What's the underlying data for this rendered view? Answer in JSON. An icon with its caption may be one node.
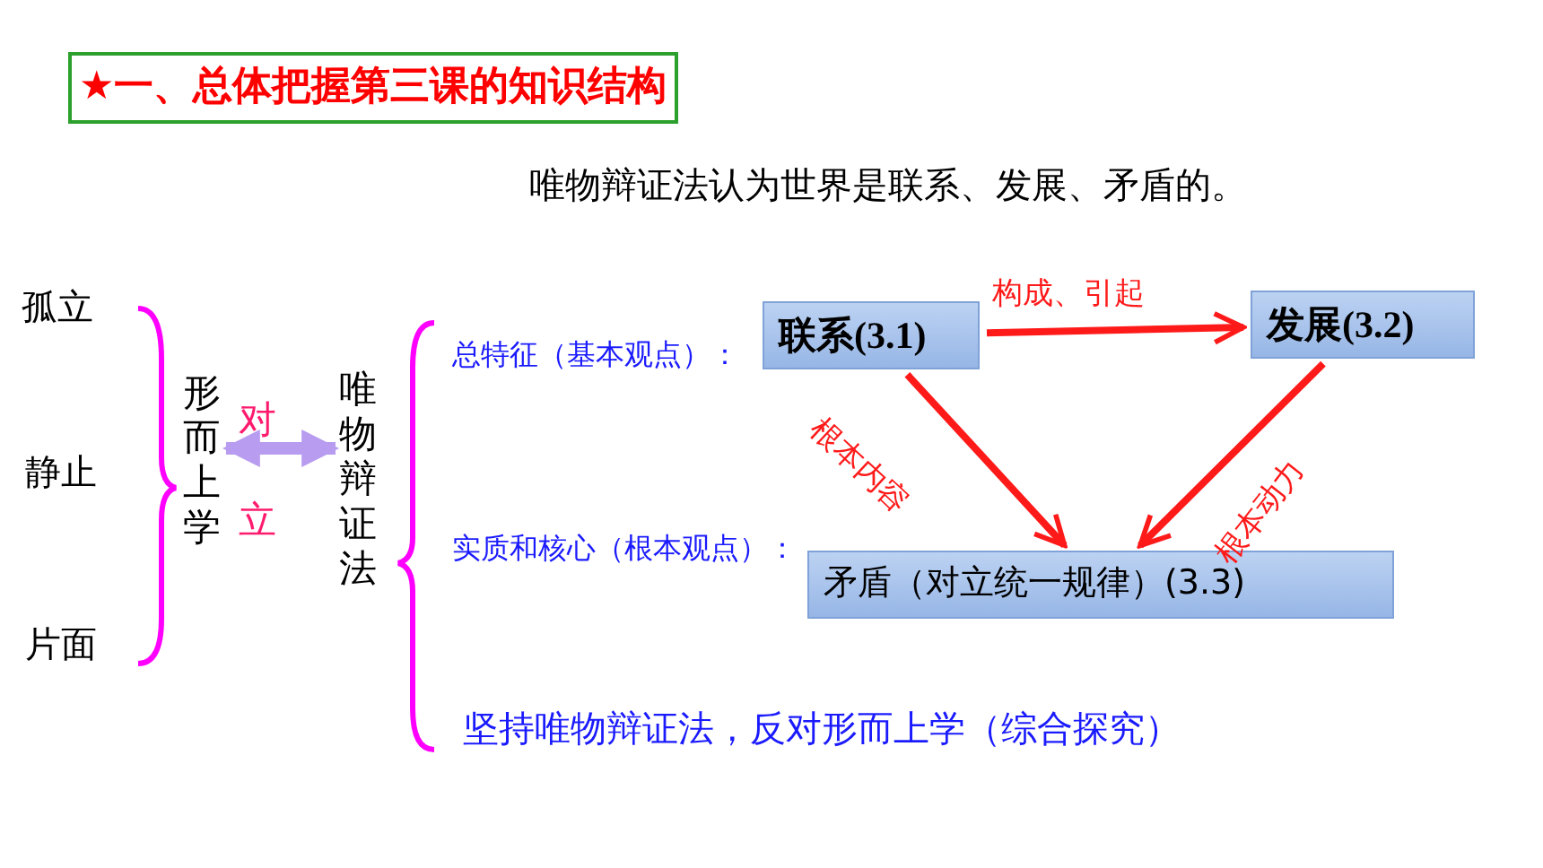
{
  "diagram": {
    "title": "★一、总体把握第三课的知识结构",
    "nodes": [
      {
        "text": [
          "形而上学"
        ]
      },
      {
        "text": [
          "唯物辩证法"
        ]
      },
      {
        "text": [
          "联系(3.1)"
        ]
      },
      {
        "text": [
          "发展(3.2)"
        ]
      },
      {
        "text": [
          "矛盾（对立统一规律）(3.3)"
        ]
      }
    ],
    "edges": [
      {
        "from": 0,
        "to": 1,
        "arrow": "both",
        "label": "对立",
        "color": "#b89cf0"
      },
      {
        "from": 2,
        "to": 3,
        "arrow": "to",
        "label": "构成、引起"
      },
      {
        "from": 2,
        "to": 4,
        "arrow": "to",
        "label": "根本内容"
      },
      {
        "from": 3,
        "to": 4,
        "arrow": "to",
        "label": "根本动力"
      }
    ],
    "labels": [
      "唯物辩证法认为世界是联系、发展、矛盾的。",
      "孤立",
      "静止",
      "片面",
      "总特征（基本观点）：",
      "实质和核心（根本观点）：",
      "坚持唯物辩证法，反对形而上学（综合探究）"
    ]
  }
}
